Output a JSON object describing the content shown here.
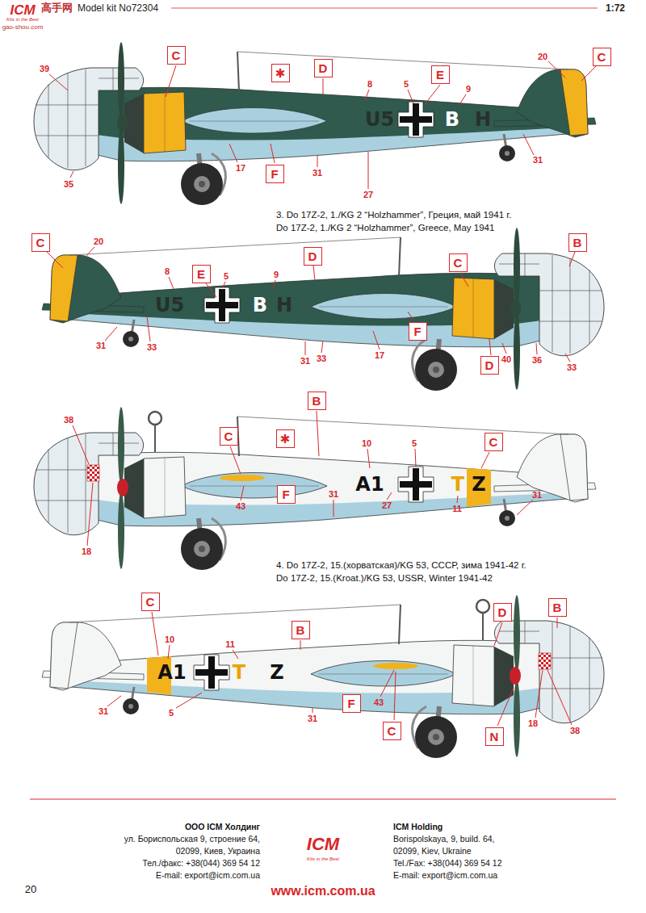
{
  "diagram": {
    "title": "Model kit No72304",
    "nodes": [
      {
        "text": [
          "C"
        ]
      },
      {
        "text": [
          "✱"
        ]
      },
      {
        "text": [
          "D"
        ]
      },
      {
        "text": [
          "E"
        ]
      },
      {
        "text": [
          "C"
        ]
      },
      {
        "text": [
          "F"
        ]
      },
      {
        "text": [
          "C"
        ]
      },
      {
        "text": [
          "E"
        ]
      },
      {
        "text": [
          "D"
        ]
      },
      {
        "text": [
          "C"
        ]
      },
      {
        "text": [
          "B"
        ]
      },
      {
        "text": [
          "F"
        ]
      },
      {
        "text": [
          "D"
        ]
      },
      {
        "text": [
          "B"
        ]
      },
      {
        "text": [
          "✱"
        ]
      },
      {
        "text": [
          "C"
        ]
      },
      {
        "text": [
          "C"
        ]
      },
      {
        "text": [
          "F"
        ]
      },
      {
        "text": [
          "C"
        ]
      },
      {
        "text": [
          "B"
        ]
      },
      {
        "text": [
          "D"
        ]
      },
      {
        "text": [
          "B"
        ]
      },
      {
        "text": [
          "F"
        ]
      },
      {
        "text": [
          "C"
        ]
      },
      {
        "text": [
          "N"
        ]
      }
    ],
    "labels": [
      "高手网",
      "gao-shou.com",
      "ICM",
      "Kits in the Best",
      "1:72",
      "39",
      "35",
      "8",
      "5",
      "9",
      "20",
      "17",
      "31",
      "27",
      "31",
      "U5",
      "B",
      "H",
      "3. Do 17Z-2, 1./KG 2 “Holzhammer”, Греция, май 1941 г.",
      "Do 17Z-2, 1./KG 2 “Holzhammer”, Greece, May 1941",
      "20",
      "8",
      "5",
      "9",
      "31",
      "33",
      "31",
      "33",
      "17",
      "40",
      "36",
      "33",
      "U5",
      "B",
      "H",
      "38",
      "18",
      "43",
      "31",
      "27",
      "10",
      "5",
      "11",
      "31",
      "A1",
      "T",
      "Z",
      "4. Do 17Z-2, 15.(хорватская)/KG 53, СССР, зима 1941-42 г.",
      "Do 17Z-2, 15.(Kroat.)/KG 53, USSR, Winter 1941-42",
      "10",
      "11",
      "31",
      "5",
      "31",
      "43",
      "18",
      "38",
      "A1",
      "T",
      "Z",
      "ООО ICM Холдинг",
      "ул. Бориспольская 9, строение 64,",
      "02099, Киев, Украина",
      "Тел./факс: +38(044) 369 54 12",
      "E-mail: export@icm.com.ua",
      "ICM",
      "Kits in the Best",
      "ICM Holding",
      "Borispolskaya, 9, build. 64,",
      "02099, Kiev, Ukraine",
      "Tel./Fax: +38(044) 369 54 12",
      "E-mail: export@icm.com.ua",
      "20",
      "www.icm.com.ua"
    ]
  }
}
